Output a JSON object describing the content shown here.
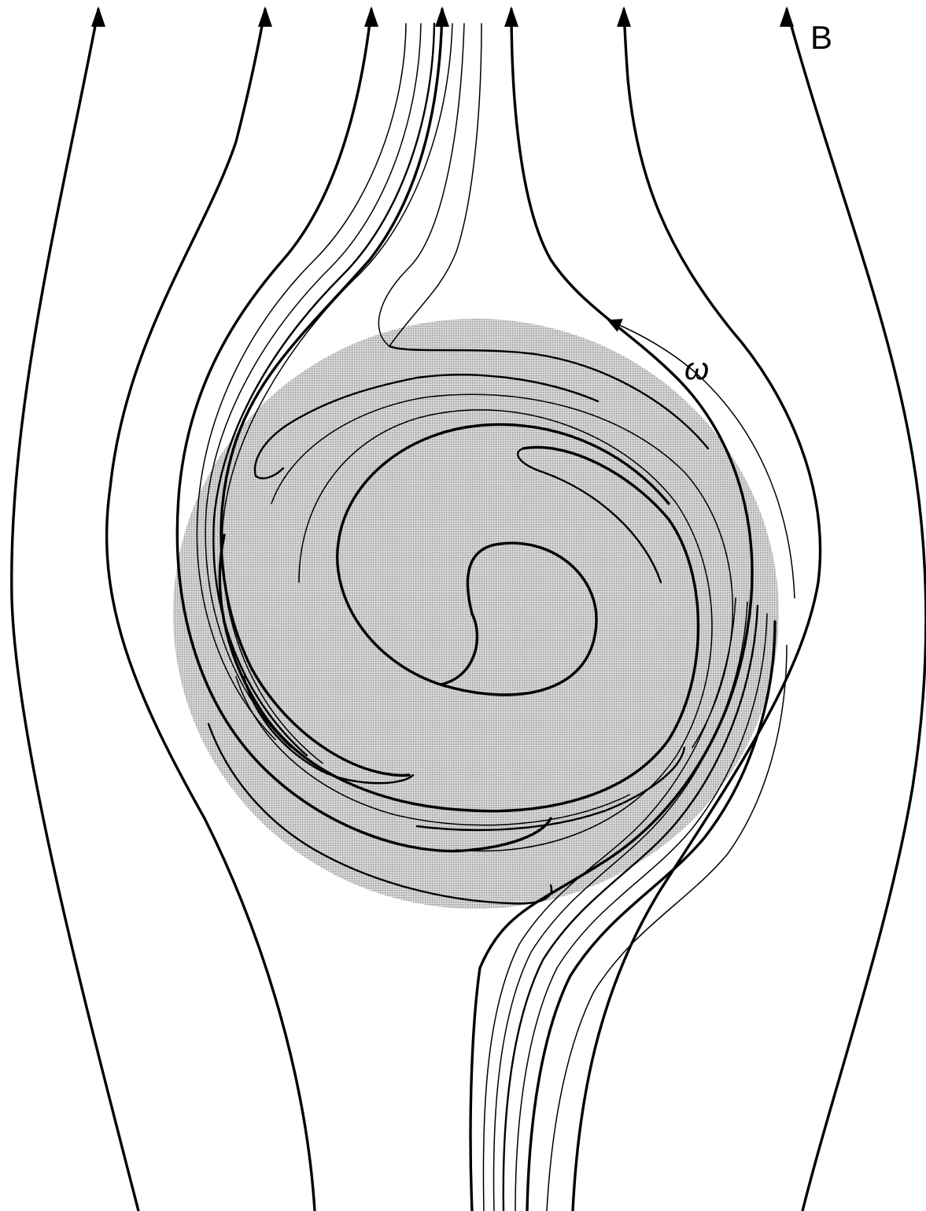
{
  "diagram": {
    "labels": {
      "field": "B",
      "rotation": "ω"
    },
    "colors": {
      "line": "#000000",
      "shaded_region": "#c9c9c9",
      "background": "#ffffff"
    },
    "field_lines_count": 7
  }
}
